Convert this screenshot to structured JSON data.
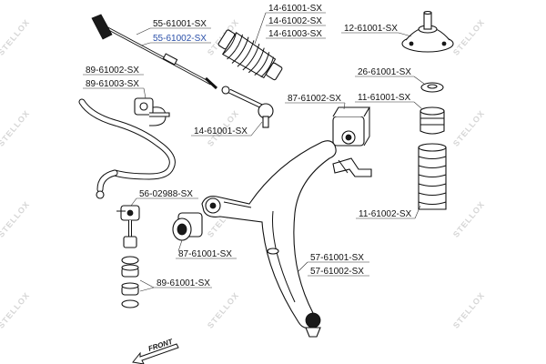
{
  "watermark": {
    "text": "STELLOX"
  },
  "front_label": "FRONT",
  "labels": {
    "tie_rod_a": "55-61001-SX",
    "tie_rod_b": "55-61002-SX",
    "boot_a": "14-61001-SX",
    "boot_b": "14-61002-SX",
    "boot_c": "14-61003-SX",
    "strut_mount": "12-61001-SX",
    "bearing": "26-61001-SX",
    "bump_stop": "11-61001-SX",
    "dust_cover": "11-61002-SX",
    "stab_bush_a": "89-61002-SX",
    "stab_bush_b": "89-61003-SX",
    "arm_bush_rear": "87-61002-SX",
    "tie_rod_end": "14-61001-SX",
    "stab_link": "56-02988-SX",
    "arm_bush_front": "87-61001-SX",
    "control_arm_a": "57-61001-SX",
    "control_arm_b": "57-61002-SX",
    "link_bush": "89-61001-SX"
  },
  "colors": {
    "highlight": "#2a4fa8",
    "ink": "#111111",
    "watermark": "#d6d6d6"
  }
}
